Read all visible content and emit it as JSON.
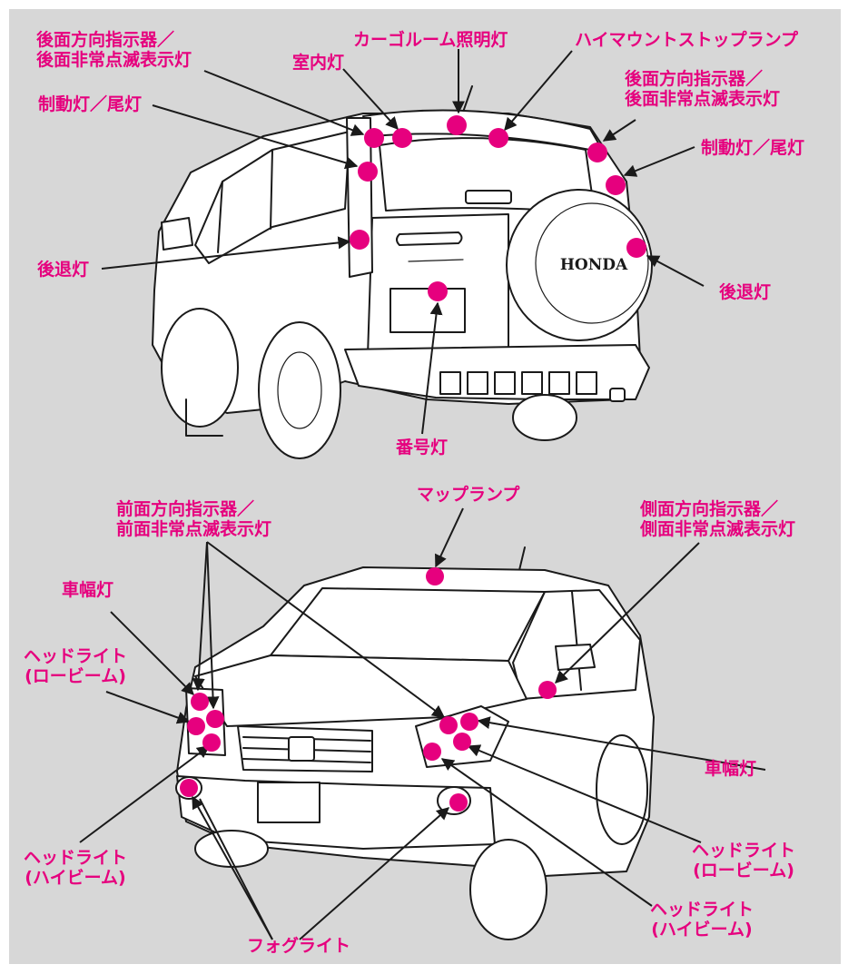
{
  "colors": {
    "label": "#e6007e",
    "marker": "#e6007e",
    "background": "#d7d7d7",
    "line": "#1a1a1a"
  },
  "rear": {
    "spare_tire_text": "HONDA",
    "labels": {
      "rear_turn_left": "後面方向指示器／\n後面非常点滅表示灯",
      "interior_light": "室内灯",
      "cargo_light": "カーゴルーム照明灯",
      "high_mount_stop": "ハイマウントストップランプ",
      "rear_turn_right": "後面方向指示器／\n後面非常点滅表示灯",
      "brake_tail_left": "制動灯／尾灯",
      "brake_tail_right": "制動灯／尾灯",
      "reverse_left": "後退灯",
      "reverse_right": "後退灯",
      "license_light": "番号灯"
    }
  },
  "front": {
    "labels": {
      "map_lamp": "マップランプ",
      "front_turn": "前面方向指示器／\n前面非常点滅表示灯",
      "side_turn": "側面方向指示器／\n側面非常点滅表示灯",
      "side_marker_left": "車幅灯",
      "low_beam_left": "ヘッドライト\n(ロービーム)",
      "side_marker_right": "車幅灯",
      "high_beam_left": "ヘッドライト\n(ハイビーム)",
      "low_beam_right": "ヘッドライト\n(ロービーム)",
      "high_beam_right": "ヘッドライト\n(ハイビーム)",
      "fog_light": "フォグライト"
    }
  }
}
